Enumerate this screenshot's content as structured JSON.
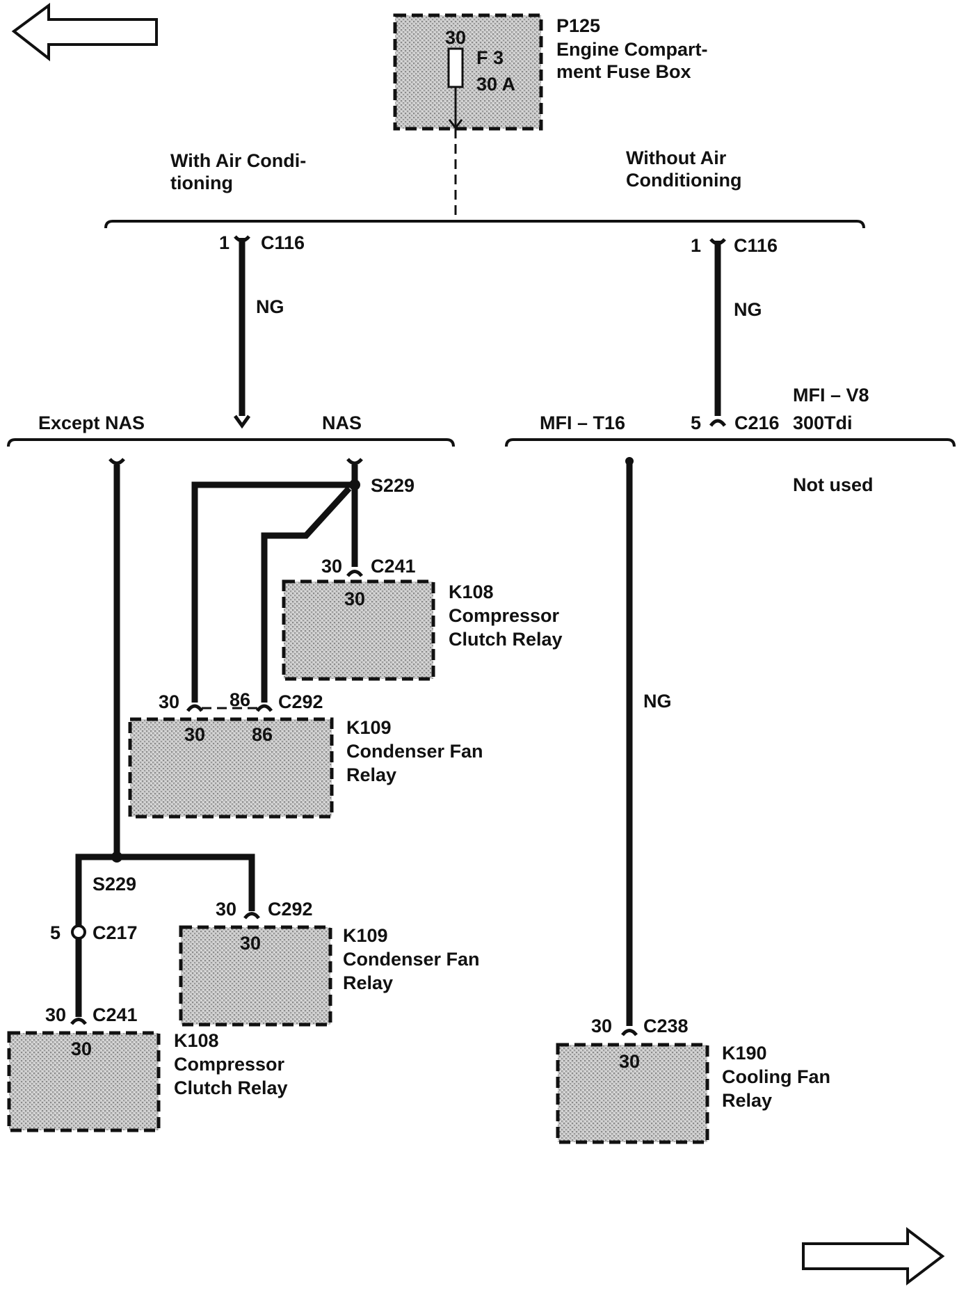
{
  "nav": {
    "back_label": "",
    "forward_label": ""
  },
  "fuse_box": {
    "id": "P125",
    "name_line1": "Engine Compart-",
    "name_line2": "ment Fuse Box",
    "pin": "30",
    "fuse": "F 3",
    "rating": "30 A"
  },
  "branches": {
    "with_ac_line1": "With Air Condi-",
    "with_ac_line2": "tioning",
    "without_ac_line1": "Without Air",
    "without_ac_line2": "Conditioning"
  },
  "left_trunk": {
    "pin": "1",
    "connector": "C116",
    "wire": "NG"
  },
  "right_trunk": {
    "pin": "1",
    "connector": "C116",
    "wire": "NG"
  },
  "left_bus": {
    "except_nas": "Except NAS",
    "nas": "NAS"
  },
  "right_bus": {
    "mfi_t16": "MFI – T16",
    "pin": "5",
    "connector": "C216",
    "mfi_v8": "MFI – V8",
    "tdi": "300Tdi",
    "not_used": "Not used"
  },
  "nas": {
    "splice": "S229",
    "k108": {
      "pin": "30",
      "connector": "C241",
      "box_pin": "30",
      "id": "K108",
      "line1": "Compressor",
      "line2": "Clutch Relay"
    },
    "k109": {
      "pin_a": "30",
      "pin_b": "86",
      "connector": "C292",
      "box_pin_a": "30",
      "box_pin_b": "86",
      "id": "K109",
      "line1": "Condenser Fan",
      "line2": "Relay"
    }
  },
  "except_nas": {
    "splice": "S229",
    "c217_pin": "5",
    "c217": "C217",
    "k108": {
      "pin": "30",
      "connector": "C241",
      "box_pin": "30",
      "id": "K108",
      "line1": "Compressor",
      "line2": "Clutch Relay"
    },
    "k109": {
      "pin": "30",
      "connector": "C292",
      "box_pin": "30",
      "id": "K109",
      "line1": "Condenser Fan",
      "line2": "Relay"
    }
  },
  "mfi": {
    "wire": "NG",
    "k190": {
      "pin": "30",
      "connector": "C238",
      "box_pin": "30",
      "id": "K190",
      "line1": "Cooling Fan",
      "line2": "Relay"
    }
  }
}
